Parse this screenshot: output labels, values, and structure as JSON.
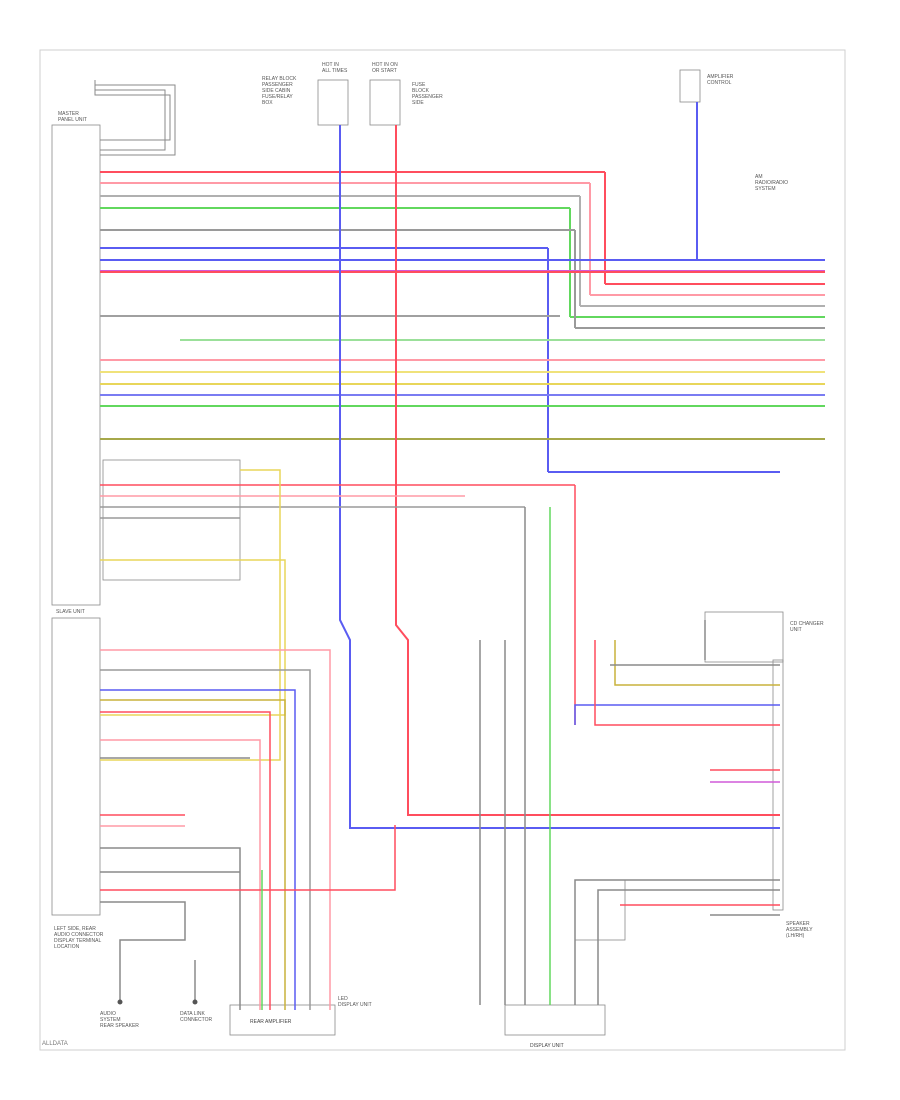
{
  "colors": {
    "red": "#ff4d5e",
    "pink": "#ff9aa6",
    "blue": "#5a5cf2",
    "green": "#62d85e",
    "yellow": "#e8d65a",
    "darkyellow": "#c9b23c",
    "gray": "#8f8f8f",
    "olive": "#a6a84a",
    "magenta": "#d05ad8",
    "black": "#6a6a6a"
  },
  "labels": {
    "master_unit": "MASTER\nPANEL UNIT",
    "slave_unit": "SLAVE UNIT",
    "top_fuse_left": "HOT IN\nALL TIMES",
    "top_fuse_right": "HOT IN ON\nOR START",
    "top_block_left": "RELAY BLOCK\nPASSENGER\nSIDE CABIN\nFUSE/RELAY\nBOX",
    "top_block_right": "FUSE\nBLOCK\nPASSENGER\nSIDE",
    "top_right_module": "AMPLIFIER\nCONTROL",
    "top_right_note": "AM\nRADIO/RADIO\nSYSTEM",
    "ground_note_1": "AUDIO\nSYSTEM\nREAR SPEAKER",
    "ground_note_2": "DATA LINK\nCONNECTOR",
    "ground_note_3": "LED\nDISPLAY UNIT",
    "right_bottom_label": "SPEAKER\nASSEMBLY\n(LH/RH)",
    "right_mid_label": "CD CHANGER\nUNIT",
    "left_bottom_note": "LEFT SIDE, REAR\nAUDIO CONNECTOR\nDISPLAY TERMINAL\nLOCATION",
    "bottom_left_box": "REAR AMPLIFIER",
    "bottom_right_box": "DISPLAY UNIT",
    "footer": "ALLDATA"
  }
}
